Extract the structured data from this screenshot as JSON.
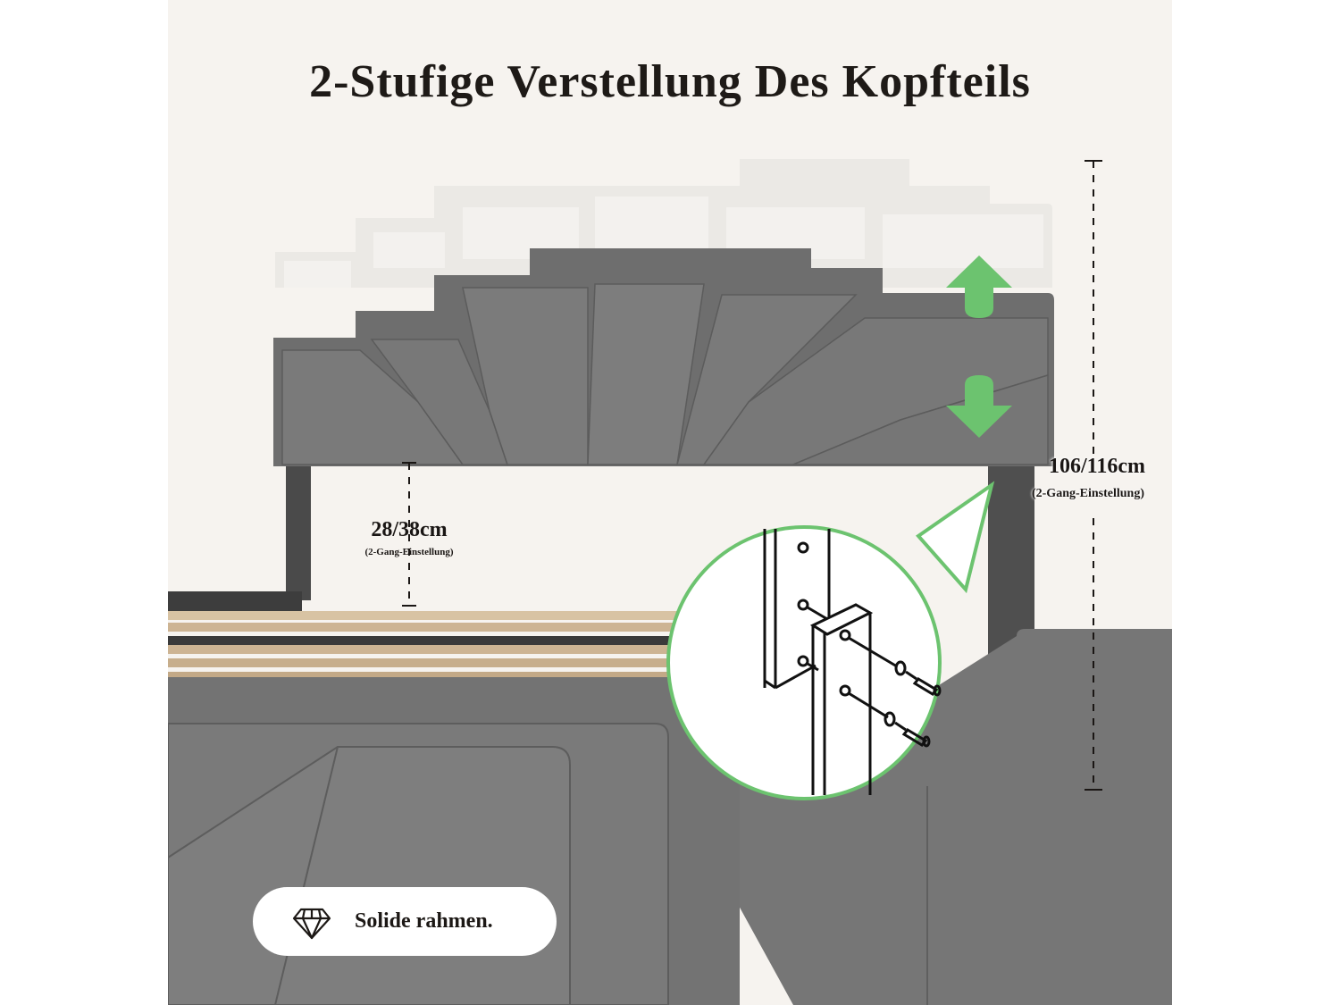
{
  "title": "2-Stufige Verstellung Des Kopfteils",
  "dimensions": {
    "leg_height": {
      "value": "28/38cm",
      "note": "(2-Gang-Einstellung)"
    },
    "total_height": {
      "value": "106/116cm",
      "note": "(2-Gang-Einstellung)"
    }
  },
  "arrows": {
    "up": "arrow-up-icon",
    "down": "arrow-down-icon",
    "color": "#6cc36f"
  },
  "detail_callout": {
    "description": "headboard bolt assembly detail",
    "border_color": "#6cc36f"
  },
  "feature_badge": {
    "icon": "diamond-icon",
    "label": "Solide rahmen."
  },
  "colors": {
    "background": "#f6f3ef",
    "bed_gray": "#717171",
    "headboard_light": "#e8e6e2",
    "wood_slat": "#c8b090",
    "accent_green": "#6cc36f"
  }
}
